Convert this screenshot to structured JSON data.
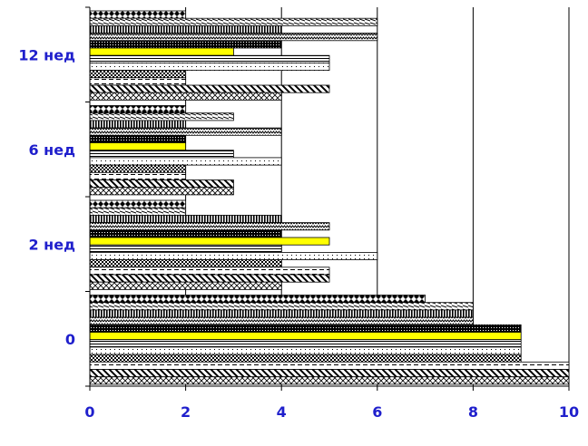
{
  "chart_data": {
    "type": "bar",
    "orientation": "horizontal",
    "categories": [
      "12 нед",
      "6 нед",
      "2 нед",
      "0"
    ],
    "xlim": [
      0,
      10
    ],
    "x_ticks": [
      "0",
      "2",
      "4",
      "6",
      "8",
      "10"
    ],
    "grid": "vertical",
    "label_color": "#1f1fcc",
    "highlight_color": "#ffff00",
    "series": [
      {
        "pattern": "diamond-crosshatch",
        "values": [
          2,
          2,
          2,
          7
        ]
      },
      {
        "pattern": "horizontal-stripe",
        "values": [
          6,
          3,
          2,
          8
        ]
      },
      {
        "pattern": "vertical-dense",
        "values": [
          4,
          2,
          4,
          8
        ]
      },
      {
        "pattern": "wave",
        "values": [
          6,
          4,
          5,
          8
        ]
      },
      {
        "pattern": "black-dotted",
        "values": [
          4,
          2,
          4,
          9
        ]
      },
      {
        "pattern": "yellow",
        "values": [
          3,
          2,
          5,
          9
        ]
      },
      {
        "pattern": "hline",
        "values": [
          5,
          3,
          4,
          9
        ]
      },
      {
        "pattern": "dotted-light",
        "values": [
          5,
          4,
          6,
          9
        ]
      },
      {
        "pattern": "checker-small",
        "values": [
          2,
          2,
          4,
          9
        ]
      },
      {
        "pattern": "dashed",
        "values": [
          2,
          2,
          5,
          10
        ]
      },
      {
        "pattern": "diagonal-wide",
        "values": [
          5,
          3,
          5,
          10
        ]
      },
      {
        "pattern": "crosshatch",
        "values": [
          4,
          3,
          4,
          10
        ]
      }
    ]
  }
}
